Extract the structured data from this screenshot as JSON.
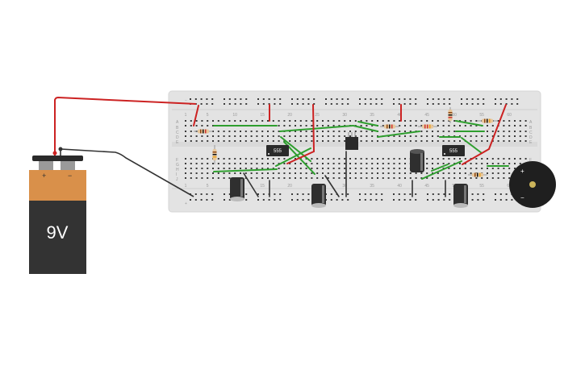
{
  "app": {
    "title": "Circuit Simulator Workspace"
  },
  "battery": {
    "label": "9V",
    "plus": "+",
    "minus": "−",
    "color_top": "#d9904a",
    "color_body": "#333333"
  },
  "breadboard": {
    "row_letters_top": [
      "A",
      "B",
      "C",
      "D",
      "E"
    ],
    "row_letters_bottom": [
      "F",
      "G",
      "H",
      "I",
      "J"
    ],
    "column_numbers": [
      "1",
      "5",
      "10",
      "15",
      "20",
      "25",
      "30",
      "35",
      "40",
      "45",
      "50",
      "55",
      "60"
    ],
    "rail_plus": "+",
    "rail_minus": "−"
  },
  "components": {
    "ic1_label": "555",
    "ic2_label": "555",
    "transistor_label": "",
    "buzzer_plus": "+",
    "buzzer_minus": "−"
  },
  "colors": {
    "wire_red": "#cc2222",
    "wire_green": "#2e9e2e",
    "wire_black": "#333333",
    "board": "#e3e3e3"
  }
}
